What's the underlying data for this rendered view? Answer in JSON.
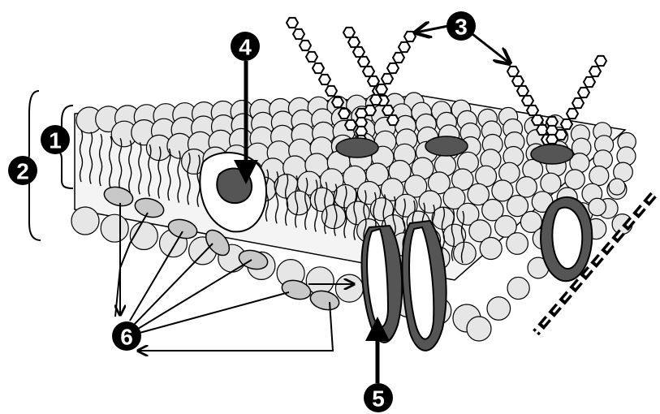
{
  "diagram": {
    "type": "cell-membrane-fluid-mosaic",
    "colors": {
      "background": "#ffffff",
      "phospholipid_head": "#e6e6e6",
      "outline": "#000000",
      "protein_dark": "#555555",
      "glycolipid_marker": "#c8c8c8",
      "callout_fill": "#000000",
      "callout_text": "#ffffff"
    },
    "callouts": [
      {
        "id": "c1",
        "label": "1"
      },
      {
        "id": "c2",
        "label": "2"
      },
      {
        "id": "c3",
        "label": "3"
      },
      {
        "id": "c4",
        "label": "4"
      },
      {
        "id": "c5",
        "label": "5"
      },
      {
        "id": "c6",
        "label": "6"
      }
    ]
  }
}
